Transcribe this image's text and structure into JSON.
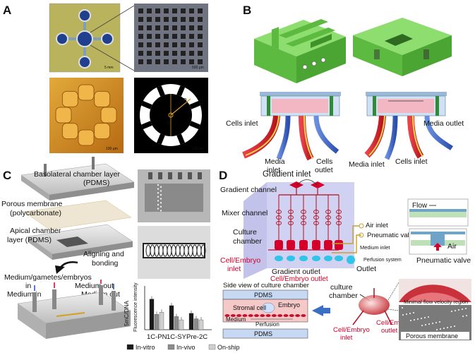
{
  "panels": {
    "A": {
      "letter": "A",
      "scale_bars": [
        "5 mm",
        "500 μm",
        "100 μm",
        "100 μm"
      ],
      "radius_label": "R",
      "center_label": "O"
    },
    "B": {
      "letter": "B",
      "labels": {
        "cells_inlet_left": "Cells inlet",
        "media_inlet_left": "Media inlet",
        "cells_outlet": "Cells outlet",
        "media_inlet_right": "Media inlet",
        "cells_inlet_right": "Cells inlet",
        "media_outlet": "Media outlet"
      }
    },
    "C": {
      "letter": "C",
      "labels": {
        "basolateral": "Basolateral chamber layer (PDMS)",
        "porous_1": "Porous membrane",
        "porous_2": "(polycarbonate)",
        "apical_1": "Apical chamber",
        "apical_2": "layer (PDMS)",
        "aligning_1": "Aligning and",
        "aligning_2": "bonding",
        "medium_gametes_1": "Medium/gametes/embryos",
        "medium_gametes_2": "in",
        "medium_out_1": "Medium out",
        "medium_in": "Medium in",
        "medium_out_2": "Medium out"
      },
      "chart_data": {
        "type": "bar",
        "categories": [
          "1C-PN",
          "1C-SY",
          "Pre-2C"
        ],
        "series": [
          {
            "name": "In-vitro",
            "values": [
              1.4,
              1.1,
              0.75
            ],
            "color": "#1a1a1a"
          },
          {
            "name": "In-vivo",
            "values": [
              0.7,
              0.6,
              0.5
            ],
            "color": "#8c8c8c"
          },
          {
            "name": "On-ship",
            "values": [
              0.8,
              0.45,
              0.45
            ],
            "color": "#cfcfcf"
          }
        ],
        "ylabel_1": "5mC/DNA",
        "ylabel_2": "Fluorescence intensity",
        "ylim": [
          0,
          2
        ]
      }
    },
    "D": {
      "letter": "D",
      "labels": {
        "gradient_inlet": "Gradient inlet",
        "gradient_channel": "Gradient channel",
        "mixer_channel": "Mixer channel",
        "culture_chamber_1": "Culture",
        "culture_chamber_2": "chamber",
        "cell_embryo_inlet_1": "Cell/Embryo",
        "cell_embryo_inlet_2": "inlet",
        "cell_embryo_outlet": "Cell/Embryo outlet",
        "gradient_outlet": "Gradient outlet",
        "air_inlet": "Air inlet",
        "pneumatic_valve": "Pneumatic valve",
        "medium_inlet": "Medium inlet",
        "perfusion_system": "Perfusion system",
        "outlet": "Outlet",
        "flow": "Flow",
        "air": "Air",
        "pneumatic_valve_2": "Pneumatic valve",
        "side_view": "Side view of culture chamber",
        "pdms_top": "PDMS",
        "pdms_bottom": "PDMS",
        "stromal_cell": "Stromal cell",
        "embryo": "Embryo",
        "medium": "Medium",
        "perfusion": "Perfusion",
        "culture_chamber_3": "culture",
        "culture_chamber_4": "chamber",
        "min_flow": "Minimal flow velocity region",
        "porous_membrane": "Porous membrane",
        "ce_inlet_2a": "Cell/Embryo",
        "ce_inlet_2b": "inlet",
        "ce_outlet_2a": "Cell/Embryo",
        "ce_outlet_2b": "outlet"
      }
    }
  }
}
